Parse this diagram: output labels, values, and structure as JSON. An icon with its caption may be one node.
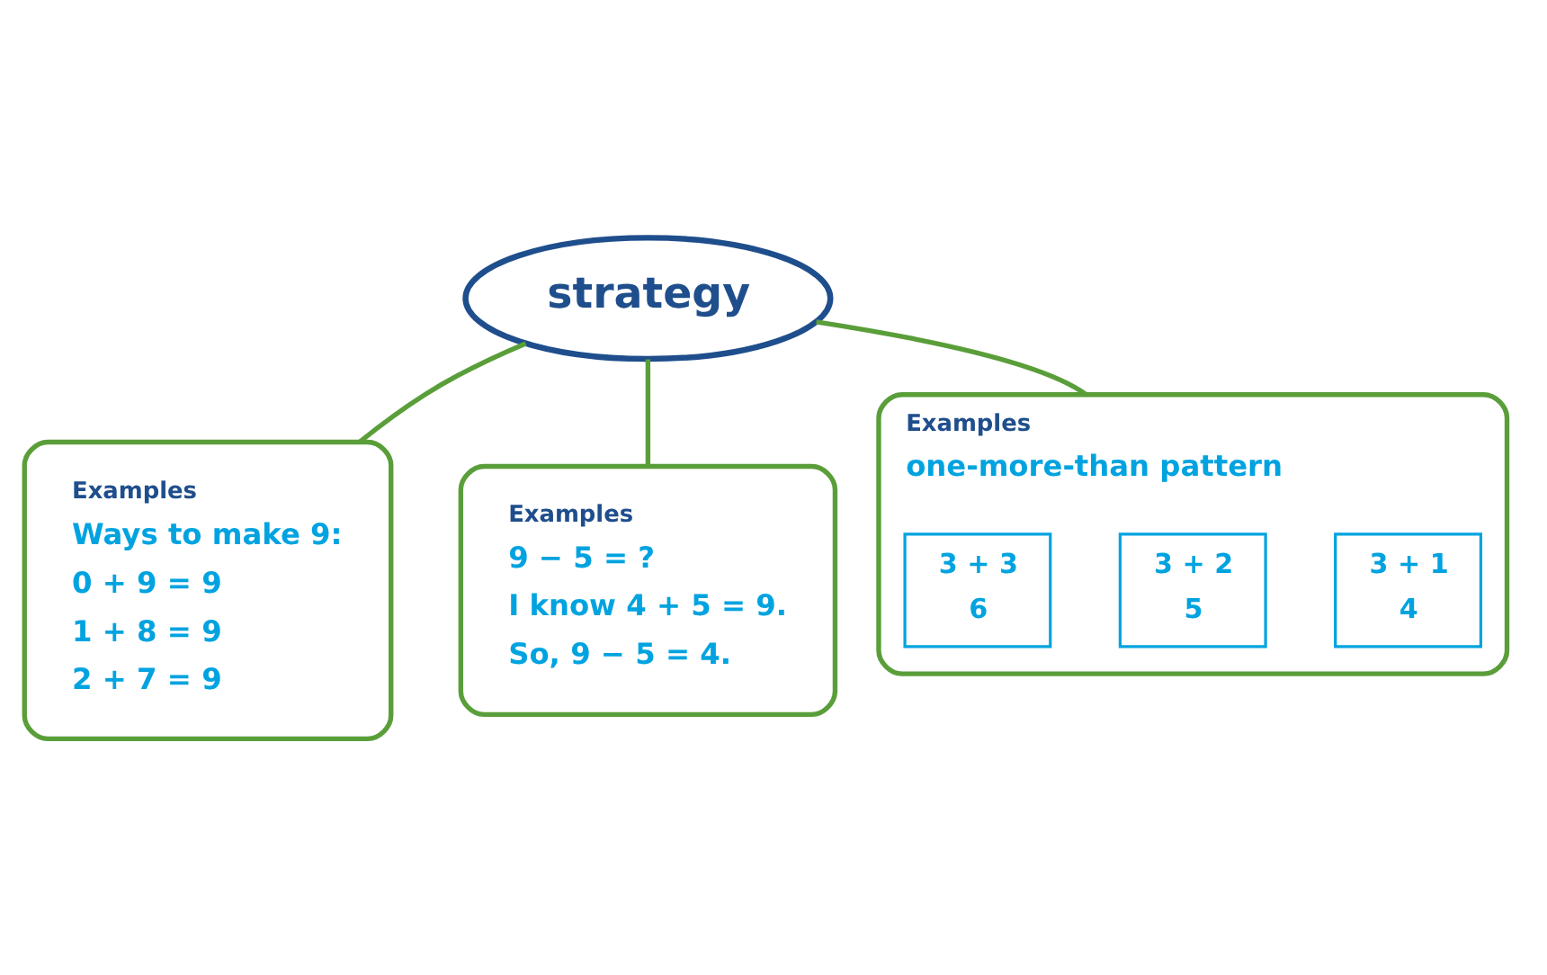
{
  "diagram": {
    "nodes": [
      {
        "text": [
          "strategy"
        ]
      },
      {
        "text": [
          "Examples",
          "Ways to make 9:",
          "0 + 9 = 9",
          "1 + 8 = 9",
          "2 + 7 = 9"
        ]
      },
      {
        "text": [
          "Examples",
          "9 − 5 = ?",
          "I know 4 + 5 = 9.",
          "So, 9 − 5 = 4."
        ]
      },
      {
        "text": [
          "Examples",
          "one-more-than pattern"
        ]
      },
      {
        "text": [
          "3 + 1",
          "4"
        ],
        "in": 3
      },
      {
        "text": [
          "3 + 2",
          "5"
        ],
        "in": 3
      },
      {
        "text": [
          "3 + 3",
          "6"
        ],
        "in": 3
      }
    ],
    "edges": [
      {
        "from": 0,
        "to": 1,
        "arrow": "none"
      },
      {
        "from": 0,
        "to": 2,
        "arrow": "none"
      },
      {
        "from": 0,
        "to": 3,
        "arrow": "none"
      }
    ]
  }
}
